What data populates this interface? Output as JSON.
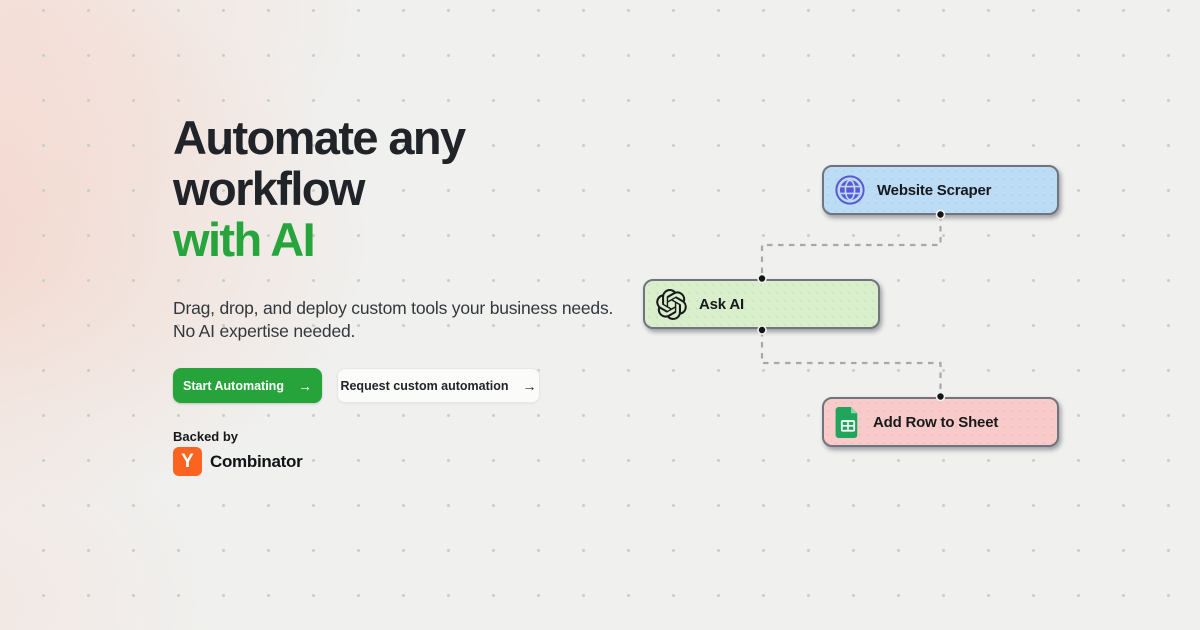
{
  "hero": {
    "title_line1": "Automate any",
    "title_line2": "workflow",
    "title_accent": "with AI",
    "subtitle_line1": "Drag, drop, and deploy custom tools your business needs.",
    "subtitle_line2": "No AI expertise needed.",
    "primary_button": {
      "label": "Start Automating",
      "arrow": "→"
    },
    "secondary_button": {
      "label": "Request custom automation",
      "arrow": "→"
    },
    "backed_by_label": "Backed by",
    "yc": {
      "letter": "Y",
      "name": "Combinator"
    }
  },
  "workflow": {
    "nodes": [
      {
        "id": "website-scraper",
        "label": "Website Scraper",
        "icon": "globe-icon",
        "bg_color": "#bcdcf5"
      },
      {
        "id": "ask-ai",
        "label": "Ask AI",
        "icon": "openai-icon",
        "bg_color": "#d9efcb"
      },
      {
        "id": "add-row-to-sheet",
        "label": "Add Row to Sheet",
        "icon": "google-sheets-icon",
        "bg_color": "#f8cbca"
      }
    ],
    "connections": [
      {
        "from": "website-scraper",
        "to": "ask-ai"
      },
      {
        "from": "ask-ai",
        "to": "add-row-to-sheet"
      }
    ]
  },
  "colors": {
    "accent_green": "#27a53d",
    "primary_button_green": "#27a33c",
    "yc_orange": "#fb6420",
    "node_border": "#70757d",
    "connector_gray": "#a5a9ae",
    "heading_dark": "#202327",
    "background": "#f0f0ee"
  }
}
